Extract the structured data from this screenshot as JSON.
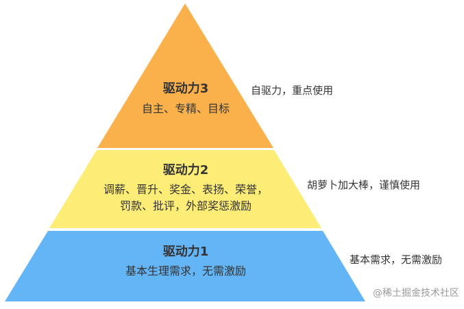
{
  "levels": [
    {
      "title": "驱动力3",
      "desc_lines": [
        "自主、专精、目标"
      ],
      "note": "自驱力，重点使用",
      "color": "#FBB14B"
    },
    {
      "title": "驱动力2",
      "desc_lines": [
        "调薪、晋升、奖金、表扬、荣誉，",
        "罚款、批评，外部奖惩激励"
      ],
      "note": "胡萝卜加大棒，谨慎使用",
      "color": "#FDED77"
    },
    {
      "title": "驱动力1",
      "desc_lines": [
        "基本生理需求，无需激励"
      ],
      "note": "基本需求，无需激励",
      "color": "#64B5F6"
    }
  ],
  "watermark": "@稀土掘金技术社区"
}
